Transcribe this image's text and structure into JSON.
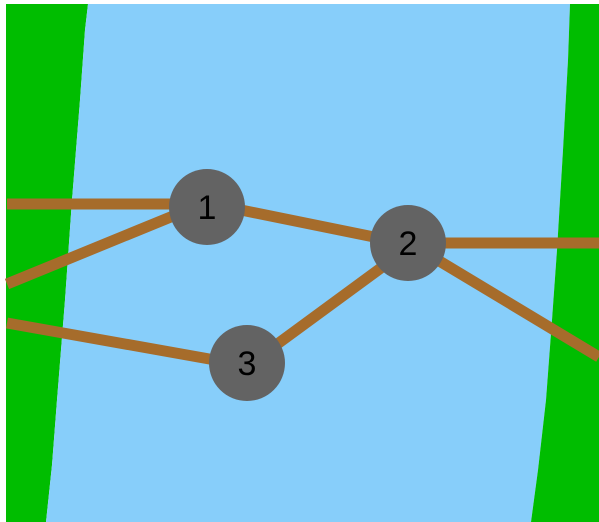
{
  "scene": {
    "colors": {
      "bank": "#00bd00",
      "river": "#87cefa",
      "bridge": "#a66c2b",
      "node": "#636363",
      "label": "#000000"
    },
    "nodes": [
      {
        "label": "1"
      },
      {
        "label": "2"
      },
      {
        "label": "3"
      }
    ]
  }
}
